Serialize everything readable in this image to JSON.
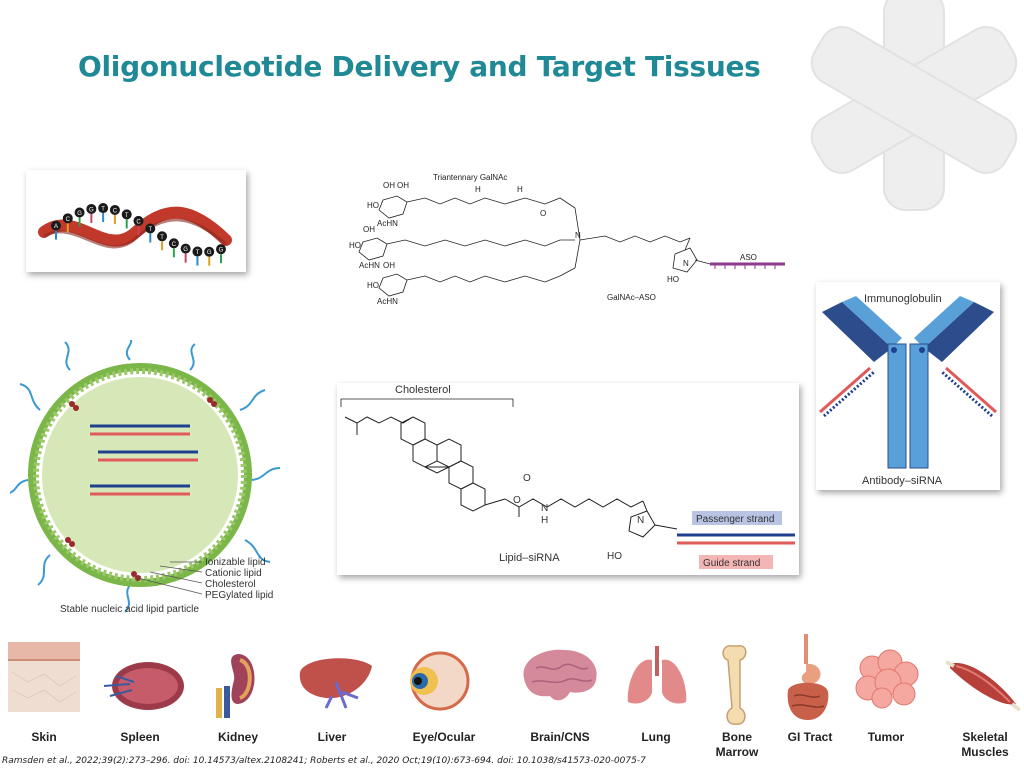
{
  "slide": {
    "title": "Oligonucleotide Delivery and Target Tissues",
    "citation": "Ramsden et al., 2022;39(2):273–296. doi: 10.14573/altex.2108241; Roberts et al., 2020 Oct;19(10):673-694. doi: 10.1038/s41573-020-0075-7"
  },
  "dna_panel": {
    "letters": [
      "A",
      "C",
      "G",
      "G",
      "T",
      "C",
      "T",
      "C",
      "T",
      "T",
      "C",
      "G",
      "T",
      "G",
      "G"
    ]
  },
  "galnac_panel": {
    "title": "Triantennary GalNAc",
    "caption": "GalNAc–ASO",
    "aso_label": "ASO",
    "chem_labels": {
      "oh": "OH",
      "ho": "HO",
      "achn": "AcHN",
      "o": "O",
      "h": "H",
      "n": "N"
    }
  },
  "lnp_panel": {
    "legend": [
      "Ionizable lipid",
      "Cationic lipid",
      "Cholesterol",
      "PEGylated lipid"
    ],
    "caption": "Stable nucleic acid lipid particle"
  },
  "lipid_panel": {
    "title": "Cholesterol",
    "caption": "Lipid–siRNA",
    "passenger": "Passenger strand",
    "guide": "Guide strand",
    "chem_labels": {
      "o": "O",
      "h": "H",
      "n": "N",
      "ho": "HO"
    }
  },
  "antibody_panel": {
    "title": "Immunoglobulin",
    "caption": "Antibody–siRNA"
  },
  "tissues": [
    {
      "label": "Skin",
      "icon": "skin-icon"
    },
    {
      "label": "Spleen",
      "icon": "spleen-icon"
    },
    {
      "label": "Kidney",
      "icon": "kidney-icon"
    },
    {
      "label": "Liver",
      "icon": "liver-icon"
    },
    {
      "label": "Eye/Ocular",
      "icon": "eye-icon"
    },
    {
      "label": "Brain/CNS",
      "icon": "brain-icon"
    },
    {
      "label": "Lung",
      "icon": "lung-icon"
    },
    {
      "label": "Bone Marrow",
      "icon": "bone-icon"
    },
    {
      "label": "GI Tract",
      "icon": "gi-tract-icon"
    },
    {
      "label": "Tumor",
      "icon": "tumor-icon"
    },
    {
      "label": "Skeletal Muscles",
      "icon": "muscle-icon"
    }
  ],
  "colors": {
    "title": "#1f8a96",
    "watermark": "#eeeeee",
    "dna": "#c0392b",
    "rna_blue": "#1f3f8f",
    "rna_red": "#e05a5a",
    "aso": "#8e3a8e",
    "antibody_dark": "#2c4c8c",
    "antibody_light": "#5aa0d8",
    "lnp_green": "#7ab648",
    "lnp_fill": "#d6e8b8"
  }
}
